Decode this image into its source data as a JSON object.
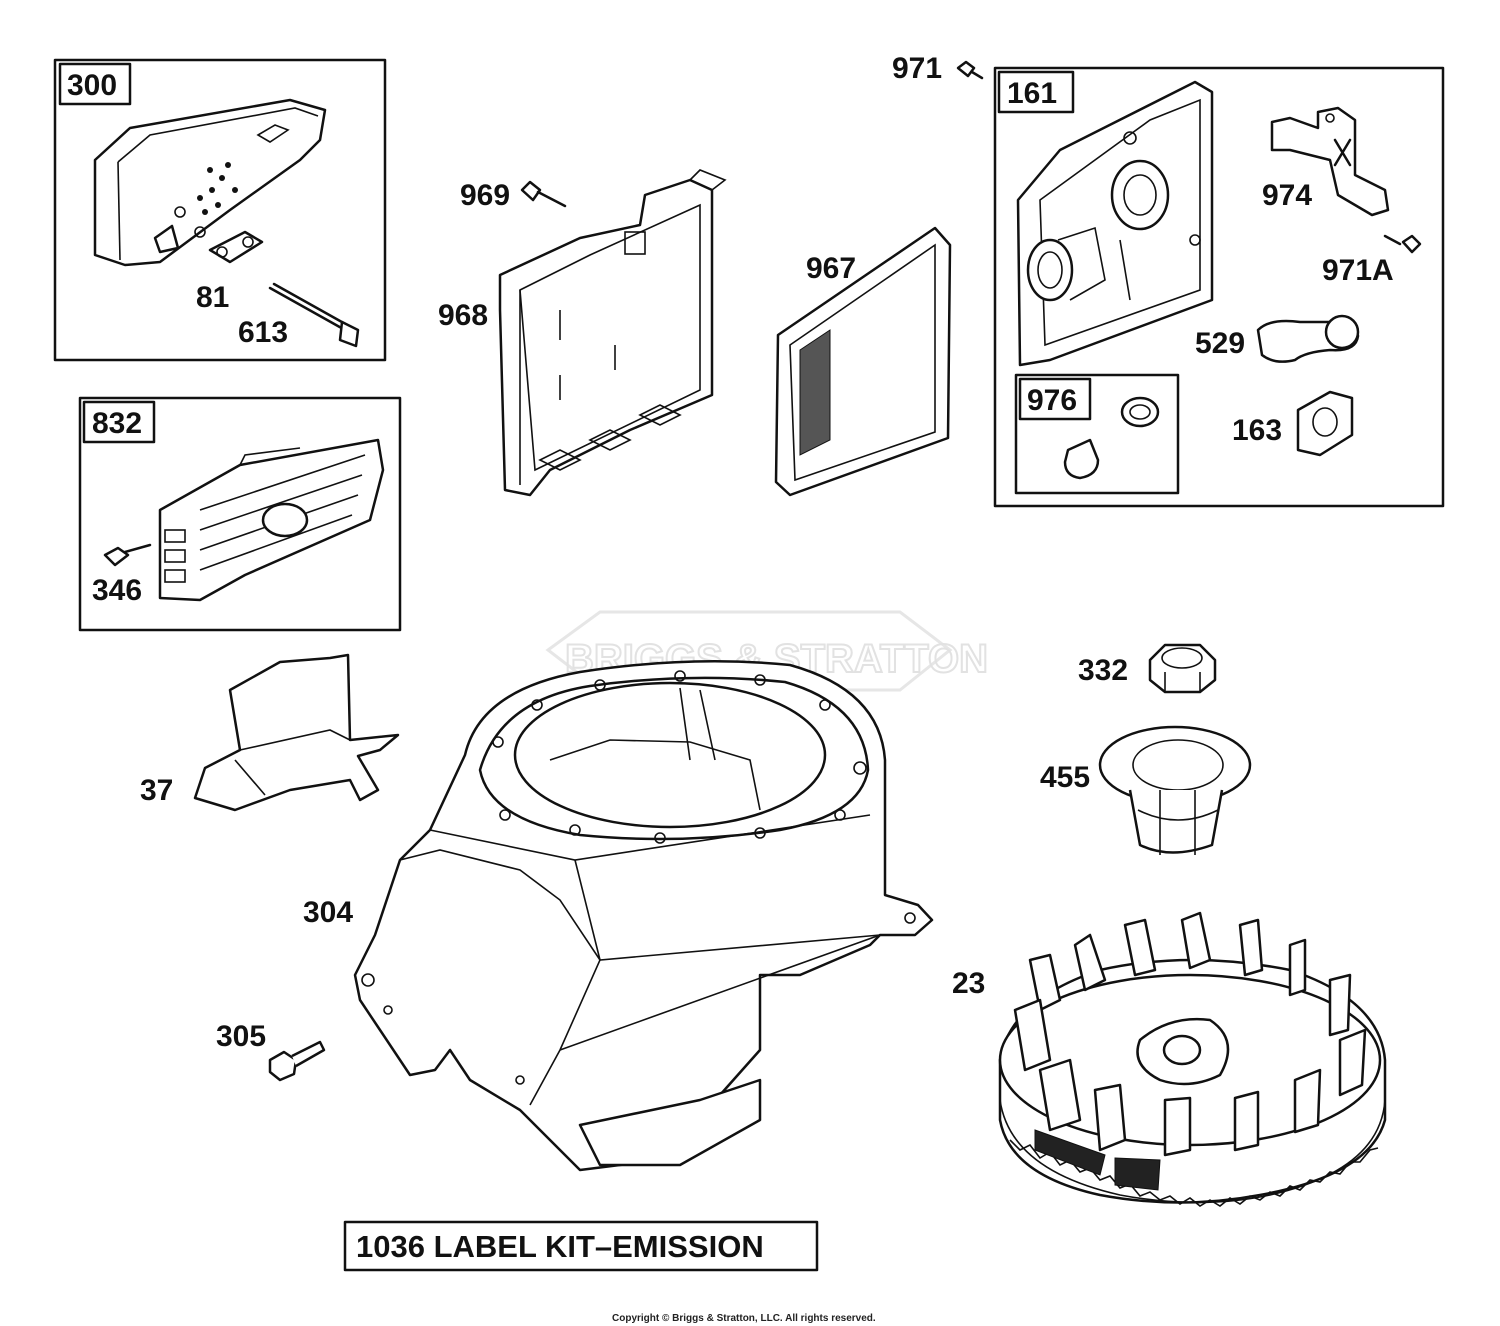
{
  "callouts": {
    "p300": "300",
    "p81": "81",
    "p613": "613",
    "p832": "832",
    "p346": "346",
    "p969": "969",
    "p968": "968",
    "p967": "967",
    "p971": "971",
    "p161": "161",
    "p974": "974",
    "p971a": "971A",
    "p529": "529",
    "p976": "976",
    "p163": "163",
    "p37": "37",
    "p304": "304",
    "p305": "305",
    "p332": "332",
    "p455": "455",
    "p23": "23"
  },
  "kit_label": "1036 LABEL KIT–EMISSION",
  "watermark": "BRIGGS & STRATTON",
  "copyright": "Copyright © Briggs & Stratton, LLC. All rights reserved.",
  "colors": {
    "ink": "#111111",
    "watermark": "#e2e2e2",
    "background": "#ffffff"
  }
}
